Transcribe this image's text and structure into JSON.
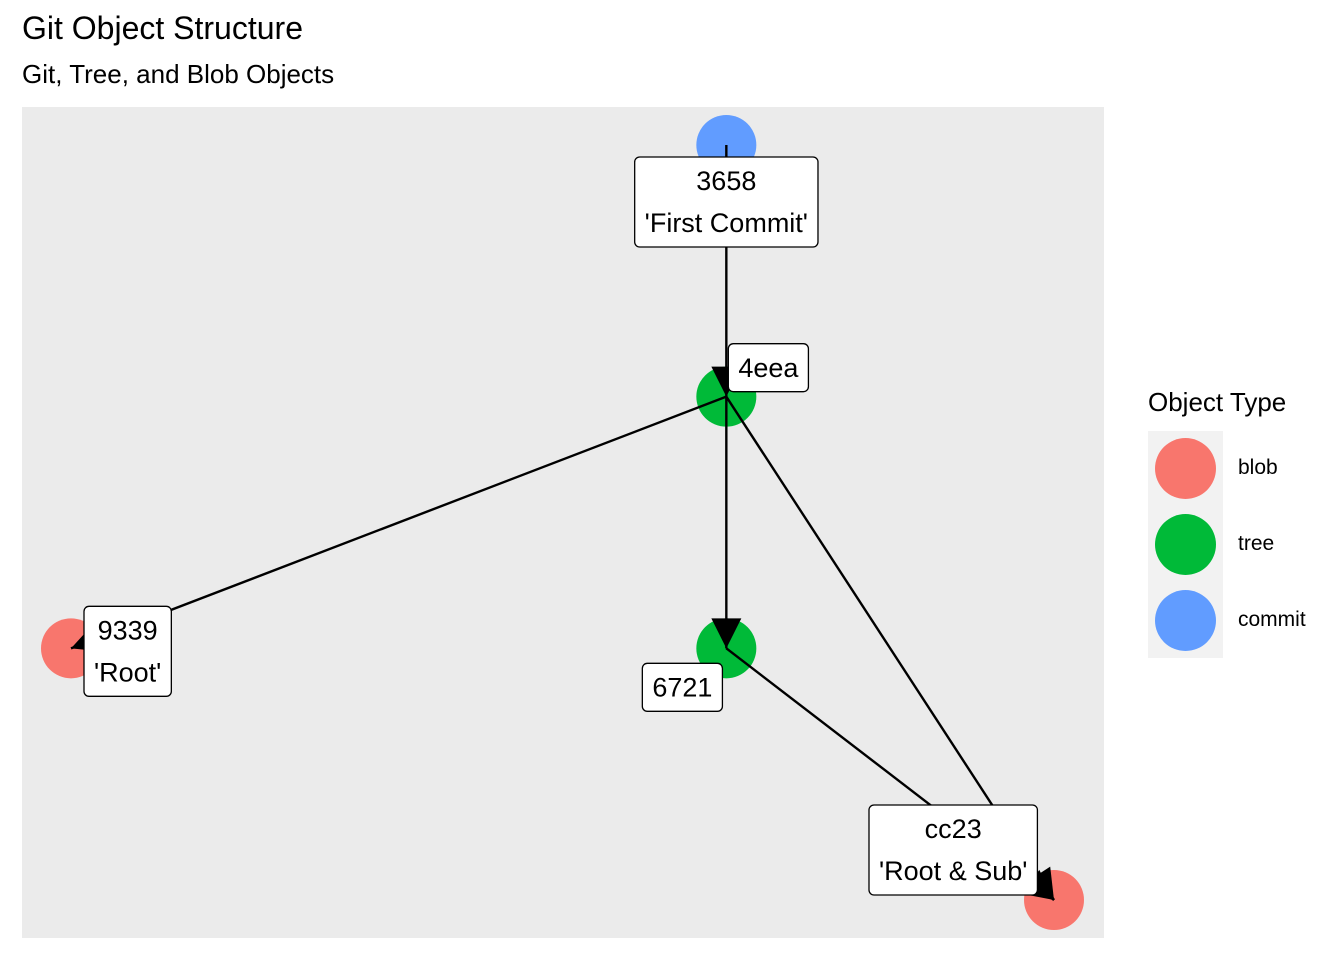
{
  "title": "Git Object Structure",
  "subtitle": "Git, Tree, and Blob Objects",
  "legend": {
    "title": "Object Type",
    "items": [
      {
        "type": "blob",
        "label": "blob",
        "color": "#F8766D"
      },
      {
        "type": "tree",
        "label": "tree",
        "color": "#00BA38"
      },
      {
        "type": "commit",
        "label": "commit",
        "color": "#619CFF"
      }
    ]
  },
  "colors": {
    "panel_background": "#EBEBEB",
    "edge": "#000000",
    "label_fill": "#FFFFFF",
    "label_border": "#000000"
  },
  "chart_data": {
    "type": "network",
    "title": "Git Object Structure",
    "subtitle": "Git, Tree, and Blob Objects",
    "xlim": [
      0,
      3
    ],
    "ylim": [
      0,
      3
    ],
    "grid": false,
    "legend_position": "right",
    "nodes": [
      {
        "id": "3658",
        "type": "commit",
        "x": 2,
        "y": 3,
        "label_lines": [
          "3658",
          "'First Commit'"
        ],
        "label_anchor": "below"
      },
      {
        "id": "4eea",
        "type": "tree",
        "x": 2,
        "y": 2,
        "label_lines": [
          "4eea"
        ],
        "label_anchor": "top-right"
      },
      {
        "id": "9339",
        "type": "blob",
        "x": 0,
        "y": 1,
        "label_lines": [
          "9339",
          "'Root'"
        ],
        "label_anchor": "right"
      },
      {
        "id": "6721",
        "type": "tree",
        "x": 2,
        "y": 1,
        "label_lines": [
          "6721"
        ],
        "label_anchor": "bottom-left"
      },
      {
        "id": "cc23",
        "type": "blob",
        "x": 3,
        "y": 0,
        "label_lines": [
          "cc23",
          "'Root & Sub'"
        ],
        "label_anchor": "top-left"
      }
    ],
    "edges": [
      {
        "from": "3658",
        "to": "4eea"
      },
      {
        "from": "4eea",
        "to": "9339"
      },
      {
        "from": "4eea",
        "to": "6721"
      },
      {
        "from": "4eea",
        "to": "cc23"
      },
      {
        "from": "6721",
        "to": "cc23"
      }
    ]
  }
}
